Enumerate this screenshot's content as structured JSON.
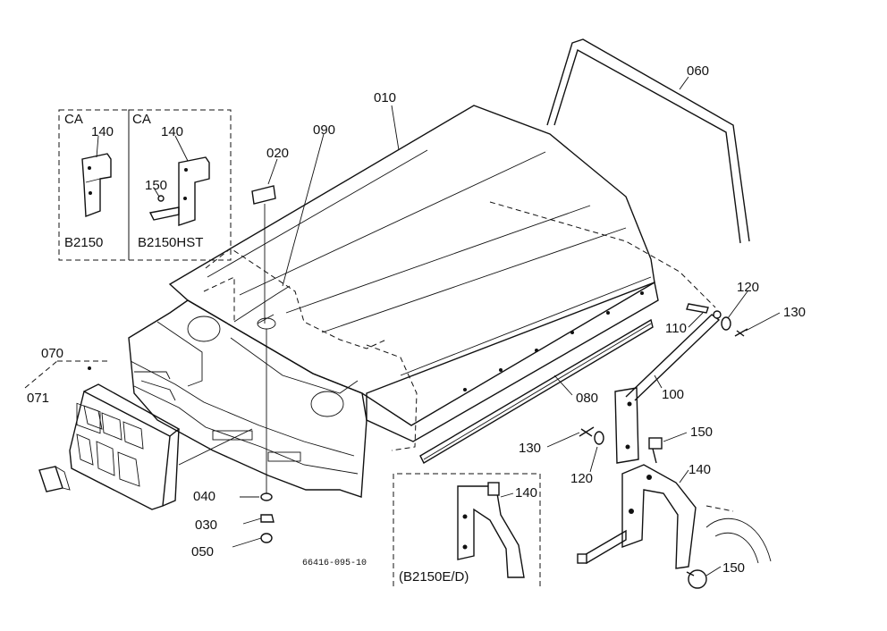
{
  "parts": {
    "p010": "010",
    "p020": "020",
    "p030": "030",
    "p040": "040",
    "p050": "050",
    "p060": "060",
    "p070": "070",
    "p071": "071",
    "p080": "080",
    "p090": "090",
    "p100": "100",
    "p110": "110",
    "p120a": "120",
    "p120b": "120",
    "p130a": "130",
    "p130b": "130",
    "p140a": "140",
    "p140b": "140",
    "p140c": "140",
    "p140d": "140",
    "p150a": "150",
    "p150b": "150",
    "p150c": "150"
  },
  "inset_labels": {
    "ca1": "CA",
    "ca2": "CA",
    "model_b2150": "B2150",
    "model_b2150hst": "B2150HST",
    "model_b2150ed": "(B2150E/D)"
  },
  "drawing_code": "66416-095-10"
}
